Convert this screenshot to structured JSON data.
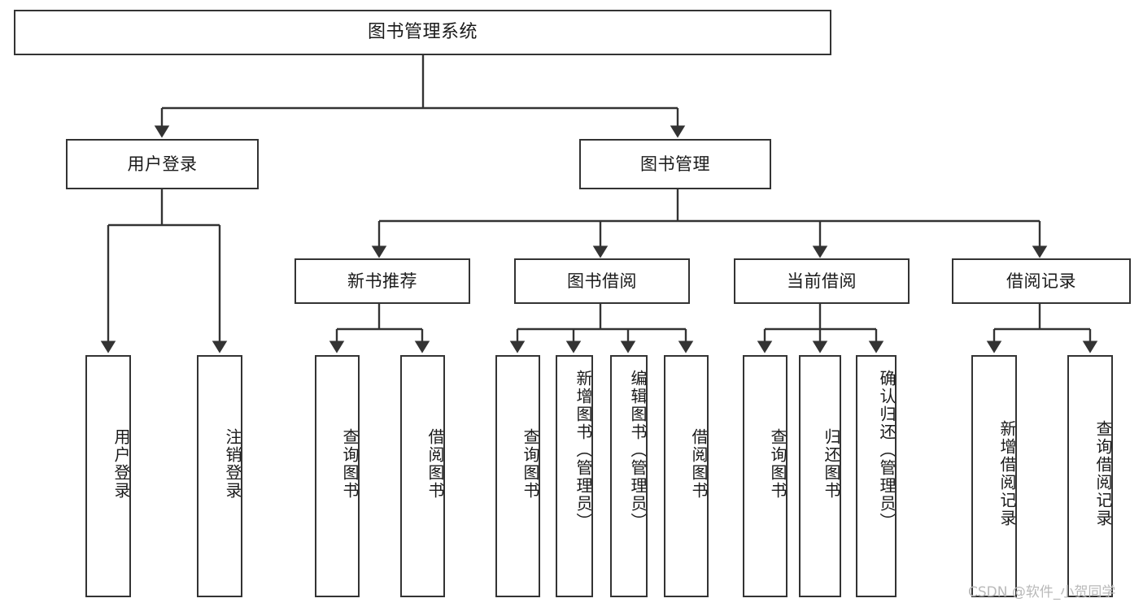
{
  "diagram": {
    "title": "图书管理系统",
    "type": "functional-structure-tree",
    "background_color": "#ffffff",
    "box_border_color": "#333333",
    "line_color": "#333333",
    "text_color": "#1a1a1a"
  },
  "nodes": {
    "root": {
      "label": "图书管理系统",
      "level": 0
    },
    "branch": [
      {
        "id": "user-login",
        "label": "用户登录",
        "level": 1
      },
      {
        "id": "book-manage",
        "label": "图书管理",
        "level": 1
      },
      {
        "id": "new-book-recommend",
        "label": "新书推荐",
        "level": 2
      },
      {
        "id": "book-borrow",
        "label": "图书借阅",
        "level": 2
      },
      {
        "id": "current-borrow",
        "label": "当前借阅",
        "level": 2
      },
      {
        "id": "borrow-record",
        "label": "借阅记录",
        "level": 2
      }
    ],
    "leaves": [
      {
        "id": "leaf-user-login",
        "label": "用户登录",
        "parent": "user-login"
      },
      {
        "id": "leaf-logout",
        "label": "注销登录",
        "parent": "user-login"
      },
      {
        "id": "leaf-query-book-1",
        "label": "查询图书",
        "parent": "new-book-recommend"
      },
      {
        "id": "leaf-borrow-book-1",
        "label": "借阅图书",
        "parent": "new-book-recommend"
      },
      {
        "id": "leaf-query-book-2",
        "label": "查询图书",
        "parent": "book-borrow"
      },
      {
        "id": "leaf-add-book",
        "label": "新增图书（管理员）",
        "parent": "book-borrow"
      },
      {
        "id": "leaf-edit-book",
        "label": "编辑图书（管理员）",
        "parent": "book-borrow"
      },
      {
        "id": "leaf-borrow-book-2",
        "label": "借阅图书",
        "parent": "book-borrow"
      },
      {
        "id": "leaf-query-book-3",
        "label": "查询图书",
        "parent": "current-borrow"
      },
      {
        "id": "leaf-return-book",
        "label": "归还图书",
        "parent": "current-borrow"
      },
      {
        "id": "leaf-confirm-return",
        "label": "确认归还（管理员）",
        "parent": "current-borrow"
      },
      {
        "id": "leaf-add-record",
        "label": "新增借阅记录",
        "parent": "borrow-record"
      },
      {
        "id": "leaf-query-record",
        "label": "查询借阅记录",
        "parent": "borrow-record"
      }
    ]
  },
  "watermark": {
    "text": "CSDN @软件_小贺同学"
  }
}
